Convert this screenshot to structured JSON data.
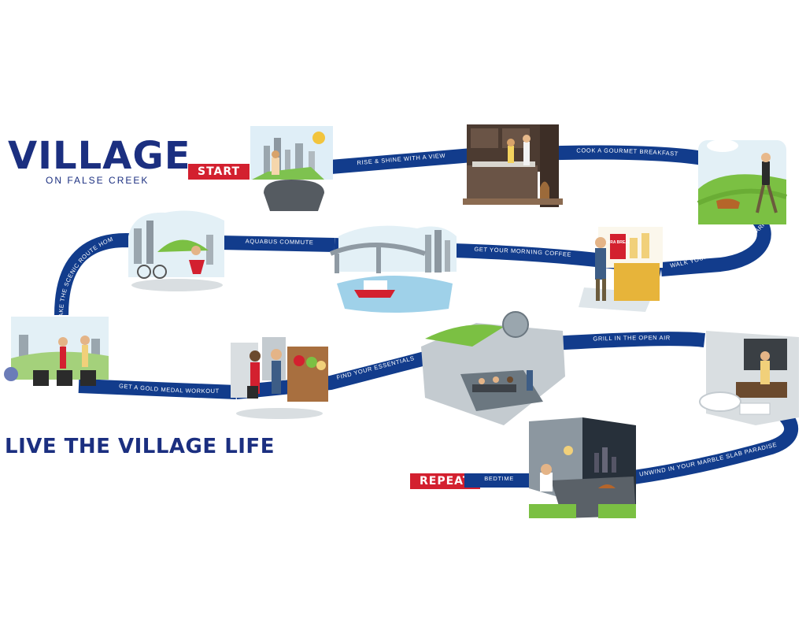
{
  "brand": {
    "title": "VILLAGE",
    "subtitle": "ON FALSE CREEK"
  },
  "tagline": "LIVE THE VILLAGE LIFE",
  "start_label": "START",
  "repeat_label": "REPEAT",
  "steps": {
    "rise": "RISE & SHINE WITH A VIEW",
    "cook": "COOK A GOURMET BREAKFAST",
    "walk": "WALK YOUR PUP AT HINGE PARK",
    "coffee": "GET YOUR MORNING COFFEE",
    "aquabus": "AQUABUS COMMUTE",
    "scenic": "TAKE THE SCENIC ROUTE HOME",
    "workout": "GET A GOLD MEDAL WORKOUT",
    "essentials": "FIND YOUR ESSENTIALS",
    "grill": "GRILL IN THE OPEN AIR",
    "unwind": "UNWIND IN YOUR MARBLE SLAB PARADISE",
    "bedtime": "BEDTIME"
  },
  "shop_sign": "TERRA BREADS",
  "colors": {
    "path": "#123c8c",
    "brand": "#1b2f80",
    "accent": "#d3202f",
    "grass": "#7bc043"
  }
}
